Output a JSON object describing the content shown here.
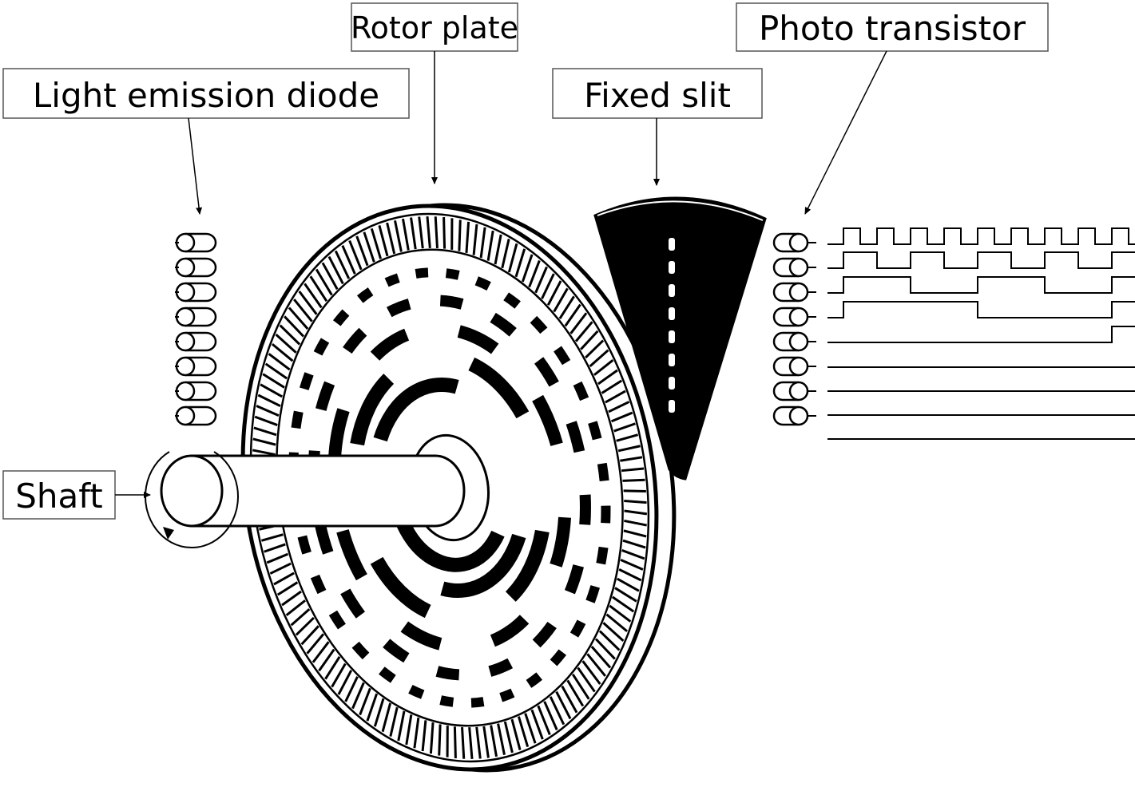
{
  "labels": {
    "rotor_plate": "Rotor plate",
    "photo_transistor": "Photo transistor",
    "light_emission_diode": "Light emission diode",
    "fixed_slit": "Fixed slit",
    "shaft": "Shaft"
  },
  "led_count": 8,
  "signal_waveforms": [
    "square wave, fastest period",
    "square wave, 2x period",
    "square wave, 4x period",
    "square wave, 8x period",
    "flat low, step high near end",
    "flat",
    "flat",
    "flat",
    "flat"
  ]
}
